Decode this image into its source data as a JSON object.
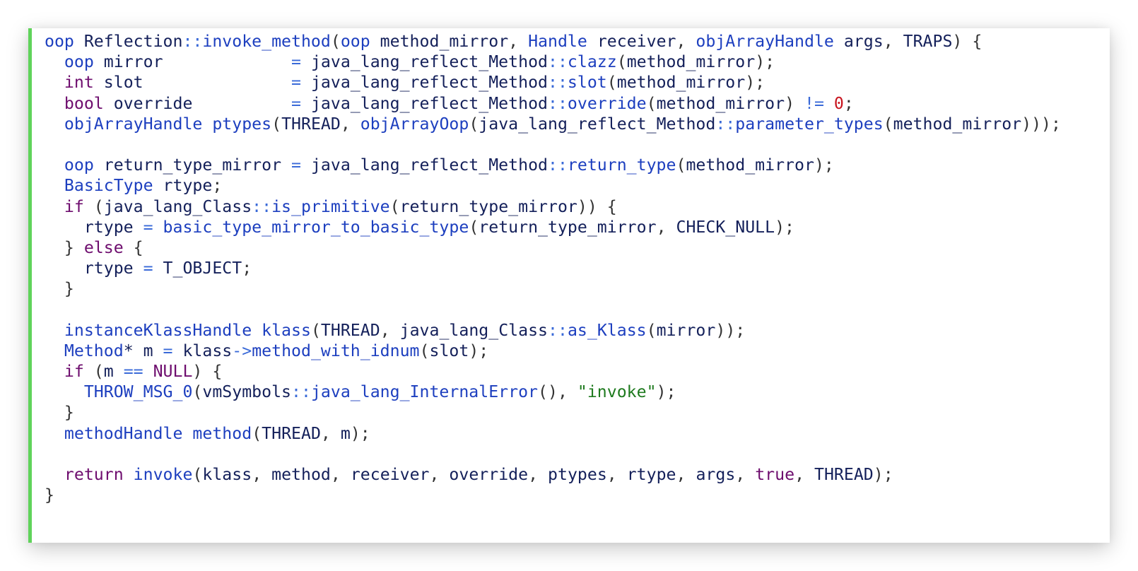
{
  "colors": {
    "accent_bar": "#5fd35a",
    "type": "#1d3fbf",
    "function": "#1d3fbf",
    "keyword": "#6e0d6e",
    "operator": "#3a6ad8",
    "number": "#c8141e",
    "string": "#1e7a1e",
    "punctuation": "#333333",
    "identifier": "#14205a"
  },
  "code": {
    "language": "cpp",
    "lines": [
      [
        [
          "type",
          "oop"
        ],
        [
          "id",
          " Reflection"
        ],
        [
          "op",
          "::"
        ],
        [
          "func",
          "invoke_method"
        ],
        [
          "punc",
          "("
        ],
        [
          "type",
          "oop"
        ],
        [
          "id",
          " method_mirror"
        ],
        [
          "punc",
          ", "
        ],
        [
          "type",
          "Handle"
        ],
        [
          "id",
          " receiver"
        ],
        [
          "punc",
          ", "
        ],
        [
          "type",
          "objArrayHandle"
        ],
        [
          "id",
          " args"
        ],
        [
          "punc",
          ", "
        ],
        [
          "id",
          "TRAPS"
        ],
        [
          "punc",
          ") {"
        ]
      ],
      [
        [
          "id",
          "  "
        ],
        [
          "type",
          "oop"
        ],
        [
          "id",
          " mirror             "
        ],
        [
          "op",
          "="
        ],
        [
          "id",
          " java_lang_reflect_Method"
        ],
        [
          "op",
          "::"
        ],
        [
          "func",
          "clazz"
        ],
        [
          "punc",
          "("
        ],
        [
          "id",
          "method_mirror"
        ],
        [
          "punc",
          ");"
        ]
      ],
      [
        [
          "id",
          "  "
        ],
        [
          "kw",
          "int"
        ],
        [
          "id",
          " slot               "
        ],
        [
          "op",
          "="
        ],
        [
          "id",
          " java_lang_reflect_Method"
        ],
        [
          "op",
          "::"
        ],
        [
          "func",
          "slot"
        ],
        [
          "punc",
          "("
        ],
        [
          "id",
          "method_mirror"
        ],
        [
          "punc",
          ");"
        ]
      ],
      [
        [
          "id",
          "  "
        ],
        [
          "kw",
          "bool"
        ],
        [
          "id",
          " override          "
        ],
        [
          "op",
          "="
        ],
        [
          "id",
          " java_lang_reflect_Method"
        ],
        [
          "op",
          "::"
        ],
        [
          "func",
          "override"
        ],
        [
          "punc",
          "("
        ],
        [
          "id",
          "method_mirror"
        ],
        [
          "punc",
          ") "
        ],
        [
          "op",
          "!="
        ],
        [
          "id",
          " "
        ],
        [
          "num",
          "0"
        ],
        [
          "punc",
          ";"
        ]
      ],
      [
        [
          "id",
          "  "
        ],
        [
          "type",
          "objArrayHandle"
        ],
        [
          "id",
          " "
        ],
        [
          "func",
          "ptypes"
        ],
        [
          "punc",
          "("
        ],
        [
          "id",
          "THREAD"
        ],
        [
          "punc",
          ", "
        ],
        [
          "func",
          "objArrayOop"
        ],
        [
          "punc",
          "("
        ],
        [
          "id",
          "java_lang_reflect_Method"
        ],
        [
          "op",
          "::"
        ],
        [
          "func",
          "parameter_types"
        ],
        [
          "punc",
          "("
        ],
        [
          "id",
          "method_mirror"
        ],
        [
          "punc",
          ")));"
        ]
      ],
      [],
      [
        [
          "id",
          "  "
        ],
        [
          "type",
          "oop"
        ],
        [
          "id",
          " return_type_mirror "
        ],
        [
          "op",
          "="
        ],
        [
          "id",
          " java_lang_reflect_Method"
        ],
        [
          "op",
          "::"
        ],
        [
          "func",
          "return_type"
        ],
        [
          "punc",
          "("
        ],
        [
          "id",
          "method_mirror"
        ],
        [
          "punc",
          ");"
        ]
      ],
      [
        [
          "id",
          "  "
        ],
        [
          "type",
          "BasicType"
        ],
        [
          "id",
          " rtype"
        ],
        [
          "punc",
          ";"
        ]
      ],
      [
        [
          "id",
          "  "
        ],
        [
          "kw",
          "if"
        ],
        [
          "punc",
          " ("
        ],
        [
          "id",
          "java_lang_Class"
        ],
        [
          "op",
          "::"
        ],
        [
          "func",
          "is_primitive"
        ],
        [
          "punc",
          "("
        ],
        [
          "id",
          "return_type_mirror"
        ],
        [
          "punc",
          ")) {"
        ]
      ],
      [
        [
          "id",
          "    rtype "
        ],
        [
          "op",
          "="
        ],
        [
          "id",
          " "
        ],
        [
          "func",
          "basic_type_mirror_to_basic_type"
        ],
        [
          "punc",
          "("
        ],
        [
          "id",
          "return_type_mirror"
        ],
        [
          "punc",
          ", "
        ],
        [
          "id",
          "CHECK_NULL"
        ],
        [
          "punc",
          ");"
        ]
      ],
      [
        [
          "punc",
          "  } "
        ],
        [
          "kw",
          "else"
        ],
        [
          "punc",
          " {"
        ]
      ],
      [
        [
          "id",
          "    rtype "
        ],
        [
          "op",
          "="
        ],
        [
          "id",
          " T_OBJECT"
        ],
        [
          "punc",
          ";"
        ]
      ],
      [
        [
          "punc",
          "  }"
        ]
      ],
      [],
      [
        [
          "id",
          "  "
        ],
        [
          "type",
          "instanceKlassHandle"
        ],
        [
          "id",
          " "
        ],
        [
          "func",
          "klass"
        ],
        [
          "punc",
          "("
        ],
        [
          "id",
          "THREAD"
        ],
        [
          "punc",
          ", "
        ],
        [
          "id",
          "java_lang_Class"
        ],
        [
          "op",
          "::"
        ],
        [
          "func",
          "as_Klass"
        ],
        [
          "punc",
          "("
        ],
        [
          "id",
          "mirror"
        ],
        [
          "punc",
          "));"
        ]
      ],
      [
        [
          "id",
          "  "
        ],
        [
          "type",
          "Method"
        ],
        [
          "id",
          "* m "
        ],
        [
          "op",
          "="
        ],
        [
          "id",
          " klass"
        ],
        [
          "op",
          "->"
        ],
        [
          "func",
          "method_with_idnum"
        ],
        [
          "punc",
          "("
        ],
        [
          "id",
          "slot"
        ],
        [
          "punc",
          ");"
        ]
      ],
      [
        [
          "id",
          "  "
        ],
        [
          "kw",
          "if"
        ],
        [
          "punc",
          " ("
        ],
        [
          "id",
          "m "
        ],
        [
          "op",
          "=="
        ],
        [
          "id",
          " "
        ],
        [
          "kw",
          "NULL"
        ],
        [
          "punc",
          ") {"
        ]
      ],
      [
        [
          "id",
          "    "
        ],
        [
          "func",
          "THROW_MSG_0"
        ],
        [
          "punc",
          "("
        ],
        [
          "id",
          "vmSymbols"
        ],
        [
          "op",
          "::"
        ],
        [
          "func",
          "java_lang_InternalError"
        ],
        [
          "punc",
          "(), "
        ],
        [
          "str",
          "\"invoke\""
        ],
        [
          "punc",
          ");"
        ]
      ],
      [
        [
          "punc",
          "  }"
        ]
      ],
      [
        [
          "id",
          "  "
        ],
        [
          "type",
          "methodHandle"
        ],
        [
          "id",
          " "
        ],
        [
          "func",
          "method"
        ],
        [
          "punc",
          "("
        ],
        [
          "id",
          "THREAD"
        ],
        [
          "punc",
          ", "
        ],
        [
          "id",
          "m"
        ],
        [
          "punc",
          ");"
        ]
      ],
      [],
      [
        [
          "id",
          "  "
        ],
        [
          "kw",
          "return"
        ],
        [
          "id",
          " "
        ],
        [
          "func",
          "invoke"
        ],
        [
          "punc",
          "("
        ],
        [
          "id",
          "klass"
        ],
        [
          "punc",
          ", "
        ],
        [
          "id",
          "method"
        ],
        [
          "punc",
          ", "
        ],
        [
          "id",
          "receiver"
        ],
        [
          "punc",
          ", "
        ],
        [
          "id",
          "override"
        ],
        [
          "punc",
          ", "
        ],
        [
          "id",
          "ptypes"
        ],
        [
          "punc",
          ", "
        ],
        [
          "id",
          "rtype"
        ],
        [
          "punc",
          ", "
        ],
        [
          "id",
          "args"
        ],
        [
          "punc",
          ", "
        ],
        [
          "kw",
          "true"
        ],
        [
          "punc",
          ", "
        ],
        [
          "id",
          "THREAD"
        ],
        [
          "punc",
          ");"
        ]
      ],
      [
        [
          "punc",
          "}"
        ]
      ]
    ]
  }
}
